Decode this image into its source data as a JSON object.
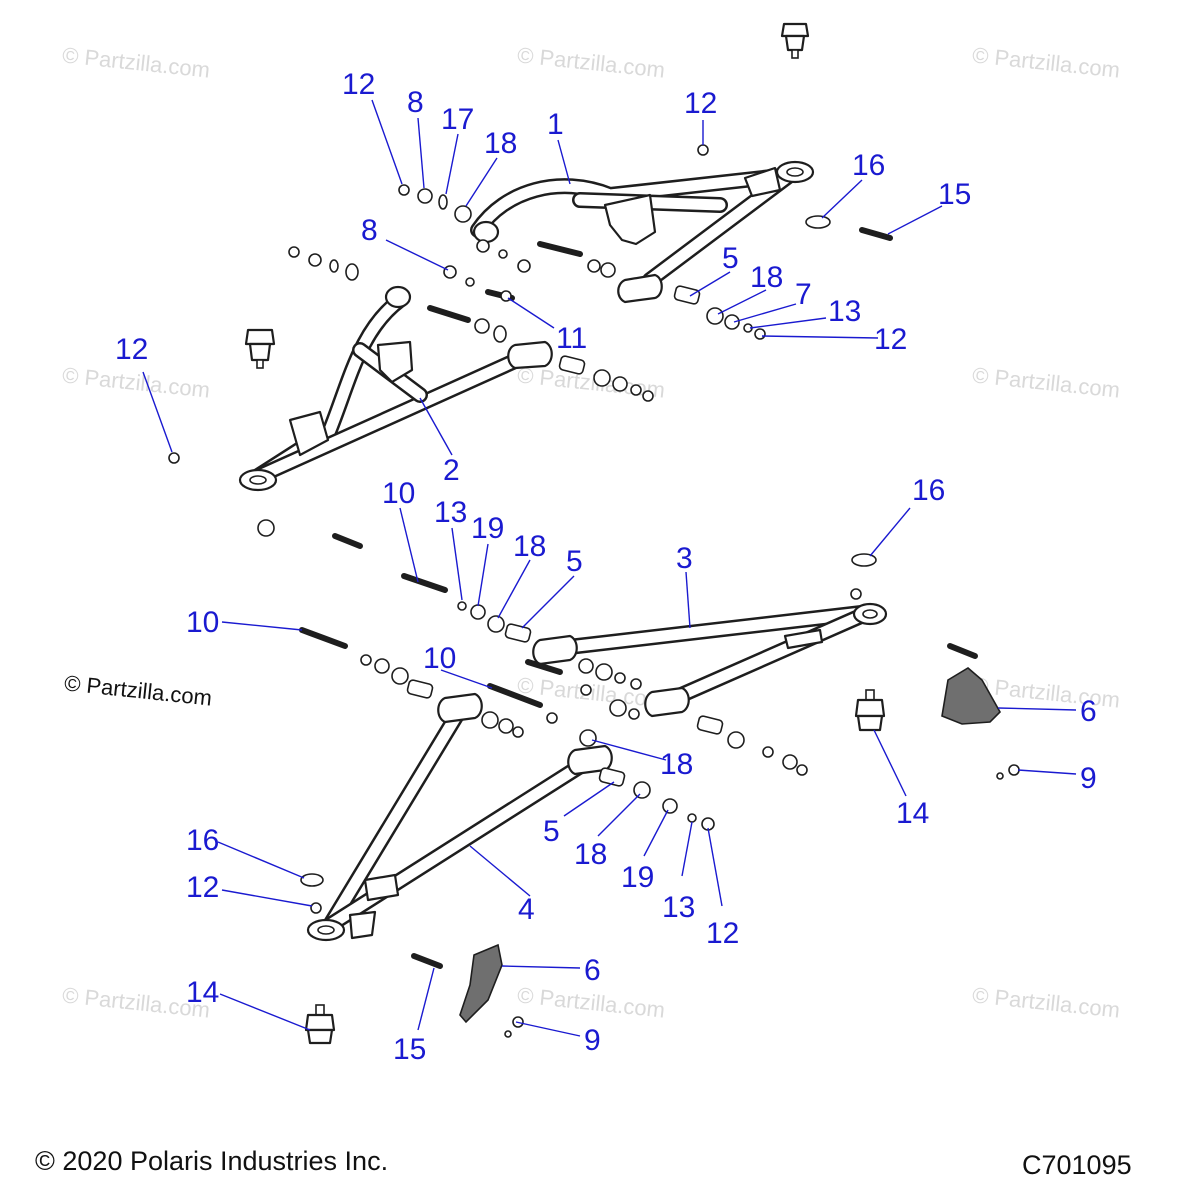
{
  "watermarks": [
    {
      "text": "© Partzilla.com",
      "variant": "light"
    },
    {
      "text": "© Partzilla.com",
      "variant": "light"
    },
    {
      "text": "© Partzilla.com",
      "variant": "light"
    },
    {
      "text": "© Partzilla.com",
      "variant": "light"
    },
    {
      "text": "© Partzilla.com",
      "variant": "light"
    },
    {
      "text": "© Partzilla.com",
      "variant": "light"
    },
    {
      "text": "© Partzilla.com",
      "variant": "light"
    },
    {
      "text": "© Partzilla.com",
      "variant": "light"
    },
    {
      "text": "© Partzilla.com",
      "variant": "light"
    },
    {
      "text": "© Partzilla.com",
      "variant": "light"
    },
    {
      "text": "© Partzilla.com",
      "variant": "light"
    },
    {
      "text": "© Partzilla.com",
      "variant": "dark"
    }
  ],
  "callouts": [
    "12",
    "8",
    "17",
    "18",
    "1",
    "12",
    "16",
    "15",
    "8",
    "5",
    "18",
    "7",
    "13",
    "12",
    "11",
    "12",
    "2",
    "10",
    "13",
    "19",
    "18",
    "5",
    "3",
    "16",
    "10",
    "10",
    "6",
    "9",
    "18",
    "14",
    "5",
    "18",
    "19",
    "13",
    "12",
    "4",
    "16",
    "12",
    "6",
    "14",
    "15",
    "9"
  ],
  "footer": {
    "copyright": "© 2020 Polaris Industries Inc.",
    "diagram_code": "C701095"
  },
  "colors": {
    "callout": "#1a1ad0",
    "line_art": "#1e1e1e",
    "watermark": "#d9d9d9"
  }
}
